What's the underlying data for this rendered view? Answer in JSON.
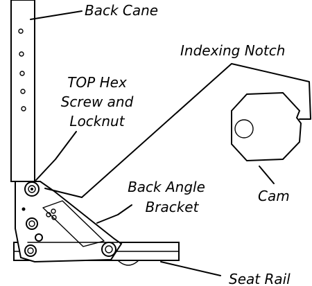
{
  "labels": {
    "back_cane": "Back Cane",
    "indexing_notch": "Indexing Notch",
    "top_hex_line1": "TOP Hex",
    "top_hex_line2": "Screw and",
    "top_hex_line3": "Locknut",
    "back_angle_line1": "Back Angle",
    "back_angle_line2": "Bracket",
    "cam": "Cam",
    "seat_rail": "Seat Rail"
  }
}
